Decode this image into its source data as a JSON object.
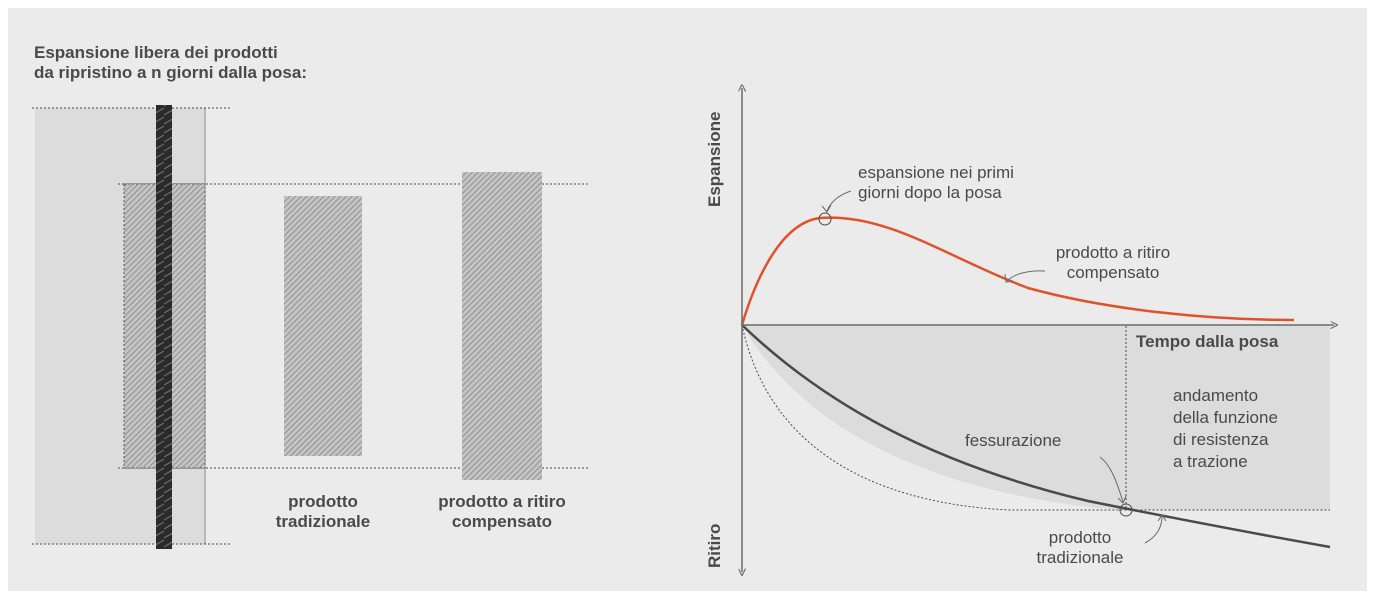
{
  "left_panel": {
    "title_line1": "Espansione libera dei prodotti",
    "title_line2": "da ripristino a n giorni dalla posa:",
    "label_traditional_line1": "prodotto",
    "label_traditional_line2": "tradizionale",
    "label_compensated_line1": "prodotto a ritiro",
    "label_compensated_line2": "compensato"
  },
  "graph": {
    "y_axis_top": "Espansione",
    "y_axis_bottom": "Ritiro",
    "x_axis": "Tempo dalla posa",
    "annotation_peak_line1": "espansione nei primi",
    "annotation_peak_line2": "giorni dopo la posa",
    "annotation_compensated_line1": "prodotto a ritiro",
    "annotation_compensated_line2": "compensato",
    "annotation_cracking": "fessurazione",
    "annotation_traditional_line1": "prodotto",
    "annotation_traditional_line2": "tradizionale",
    "annotation_tensile_line1": "andamento",
    "annotation_tensile_line2": "della funzione",
    "annotation_tensile_line3": "di resistenza",
    "annotation_tensile_line4": "a trazione"
  },
  "colors": {
    "background": "#ebebeb",
    "compensated_curve": "#e0522a",
    "traditional_curve": "#4a4a4a",
    "shaded_area": "#dcdcdd",
    "text": "#4a4a4a"
  }
}
